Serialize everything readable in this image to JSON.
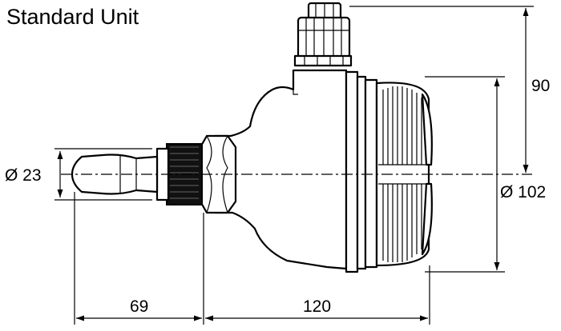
{
  "title": "Standard Unit",
  "dimensions": {
    "height_top": "90",
    "diameter_outlet": "Ø 23",
    "diameter_body": "Ø 102",
    "length_outlet": "69",
    "length_body": "120"
  }
}
